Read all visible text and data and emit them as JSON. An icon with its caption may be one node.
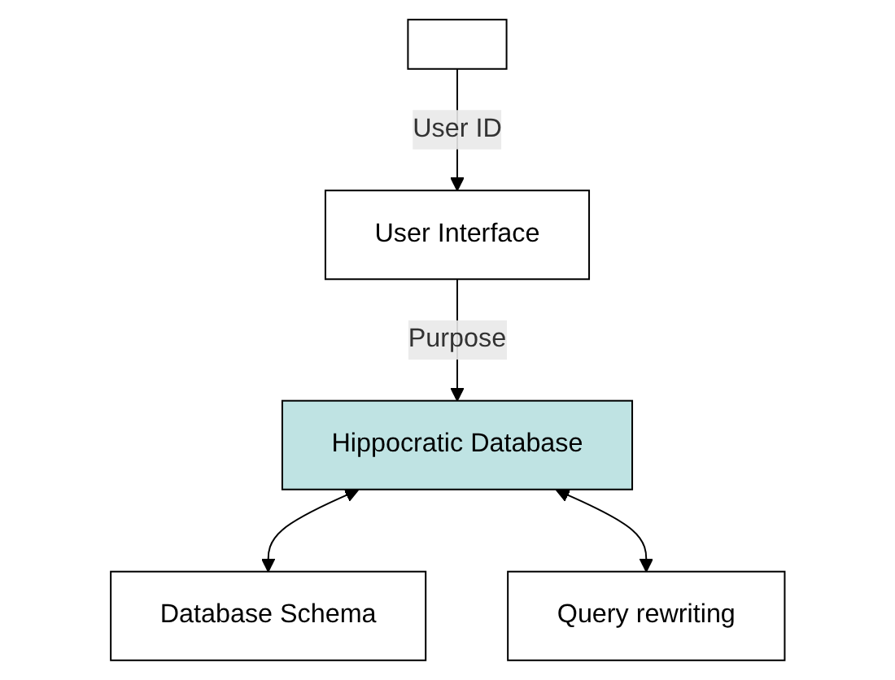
{
  "diagram": {
    "nodes": [
      {
        "text": [],
        "shape": "box"
      },
      {
        "text": [
          "User Interface"
        ]
      },
      {
        "text": [
          "Hippocratic Database"
        ]
      },
      {
        "text": [
          "Database Schema"
        ]
      },
      {
        "text": [
          "Query rewriting"
        ]
      }
    ],
    "edges": [
      {
        "from": 0,
        "to": 1,
        "arrow": "to",
        "label": "User ID"
      },
      {
        "from": 1,
        "to": 2,
        "arrow": "to",
        "label": "Purpose"
      },
      {
        "from": 2,
        "to": 3,
        "arrow": "both"
      },
      {
        "from": 2,
        "to": 4,
        "arrow": "both"
      }
    ]
  }
}
